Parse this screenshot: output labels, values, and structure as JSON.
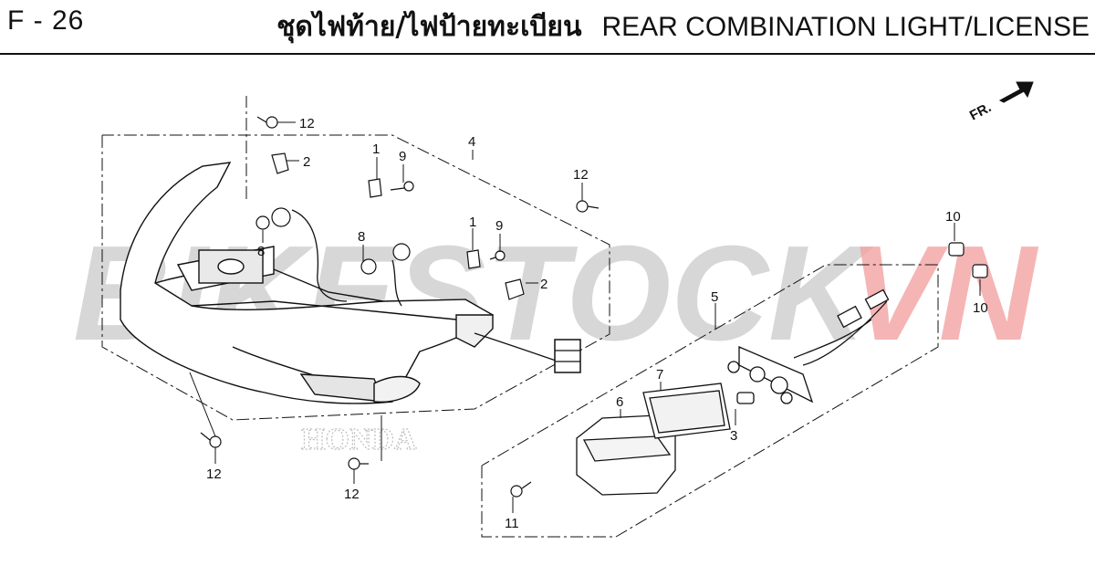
{
  "header": {
    "page_code": "F - 26",
    "title_thai": "ชุดไฟท้าย/ไฟป้ายทะเบียน",
    "title_en": "REAR COMBINATION LIGHT/LICENSE"
  },
  "direction_marker": {
    "label": "FR."
  },
  "watermarks": {
    "brand_left": "BIKESTOCK",
    "brand_right": "VN",
    "maker": "HONDA"
  },
  "callouts": {
    "c1a": "1",
    "c1b": "1",
    "c2a": "2",
    "c2b": "2",
    "c3": "3",
    "c4": "4",
    "c5": "5",
    "c6": "6",
    "c7": "7",
    "c8a": "8",
    "c8b": "8",
    "c9a": "9",
    "c9b": "9",
    "c10a": "10",
    "c10b": "10",
    "c11": "11",
    "c12a": "12",
    "c12b": "12",
    "c12c": "12",
    "c12d": "12"
  },
  "colors": {
    "watermark_gray": "#c9c9c9",
    "watermark_red": "#f2a3a3",
    "line": "#111111"
  }
}
